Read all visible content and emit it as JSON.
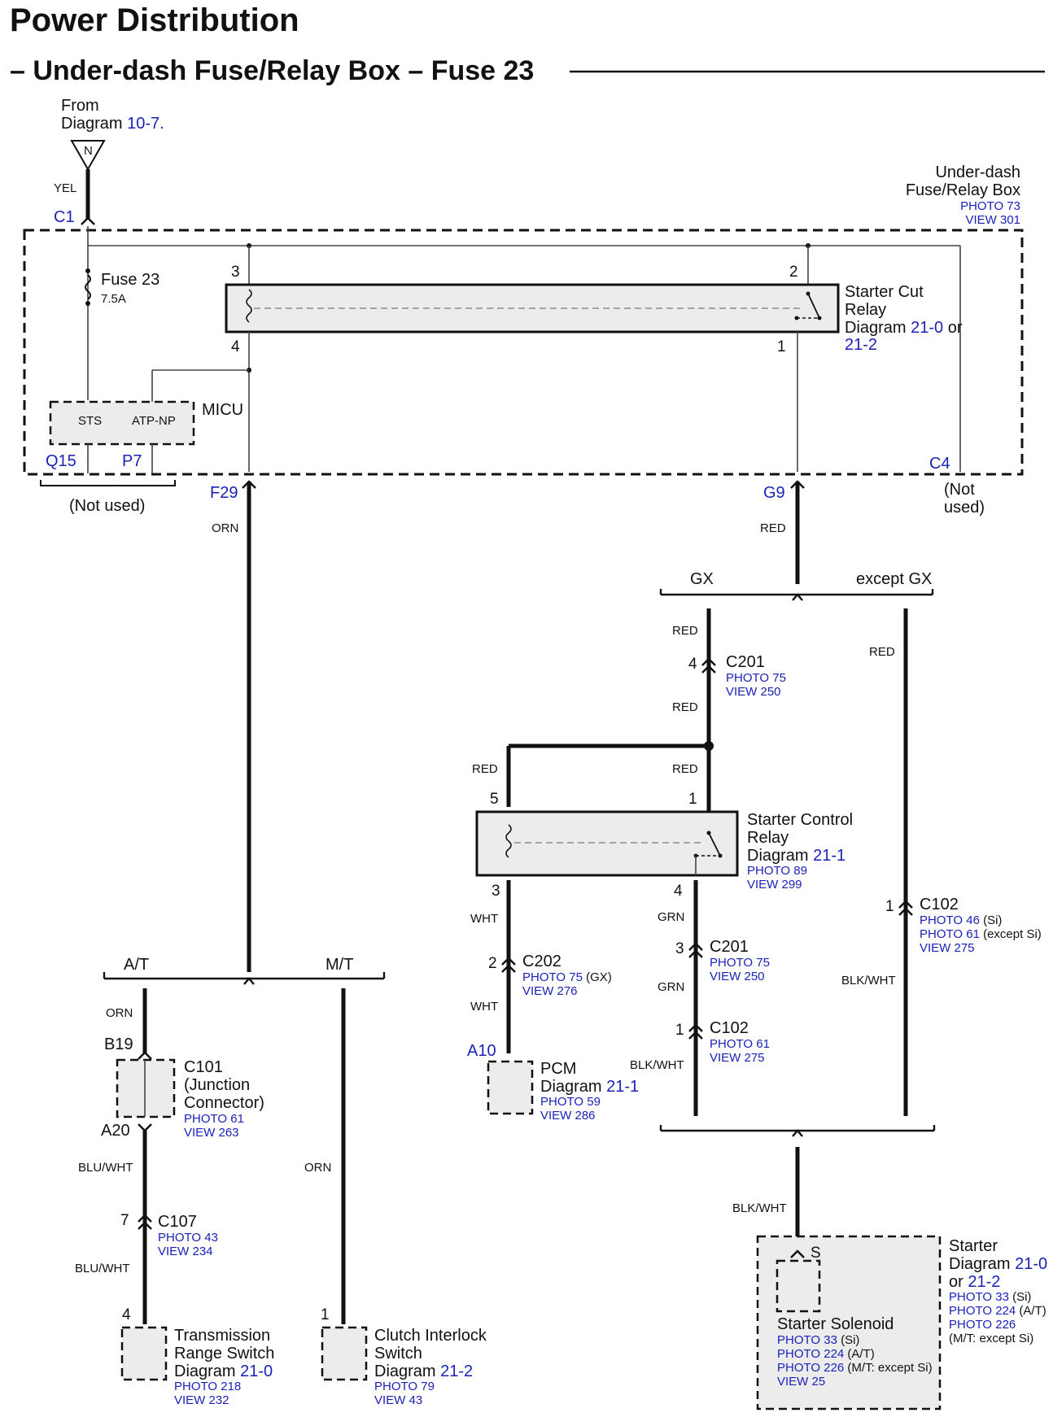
{
  "title": "Power Distribution",
  "subtitle": "– Under-dash Fuse/Relay Box – Fuse 23",
  "from": {
    "line1": "From",
    "line2": "Diagram",
    "ref": "10-7.",
    "node": "N",
    "wire": "YEL",
    "connector": "C1"
  },
  "fuse_box": {
    "name_line1": "Under-dash",
    "name_line2": "Fuse/Relay Box",
    "photo": "PHOTO 73",
    "view": "VIEW 301",
    "fuse_label": "Fuse 23",
    "fuse_rating": "7.5A",
    "c4": "C4",
    "c4_note_line1": "(Not",
    "c4_note_line2": "used)"
  },
  "starter_cut_relay": {
    "name_line1": "Starter Cut",
    "name_line2": "Relay",
    "diagram_prefix": "Diagram ",
    "diagram_ref1": "21-0",
    "diagram_or": " or",
    "diagram_ref2": "21-2",
    "pins": [
      "3",
      "2",
      "4",
      "1"
    ]
  },
  "micu": {
    "name": "MICU",
    "sts": "STS",
    "atp_np": "ATP-NP",
    "q15": "Q15",
    "p7": "P7",
    "not_used": "(Not used)"
  },
  "connectors": {
    "f29": "F29",
    "g9": "G9",
    "a10": "A10",
    "b19": "B19",
    "a20": "A20"
  },
  "wires": {
    "orn1": "ORN",
    "red1": "RED",
    "red_gx1": "RED",
    "red_gx2": "RED",
    "red_left": "RED",
    "red_right": "RED",
    "red_except": "RED",
    "wht1": "WHT",
    "wht2": "WHT",
    "grn1": "GRN",
    "grn2": "GRN",
    "blk_wht1": "BLK/WHT",
    "blk_wht2": "BLK/WHT",
    "blk_wht3": "BLK/WHT",
    "orn2": "ORN",
    "orn3": "ORN",
    "blu_wht1": "BLU/WHT",
    "blu_wht2": "BLU/WHT"
  },
  "branches": {
    "gx": "GX",
    "except_gx": "except GX",
    "at": "A/T",
    "mt": "M/T"
  },
  "c201_top": {
    "pin": "4",
    "name": "C201",
    "photo": "PHOTO 75",
    "view": "VIEW 250"
  },
  "starter_control_relay": {
    "name_line1": "Starter Control",
    "name_line2": "Relay",
    "diagram_prefix": "Diagram ",
    "diagram_ref": "21-1",
    "photo": "PHOTO 89",
    "view": "VIEW 299",
    "pins": [
      "5",
      "1",
      "3",
      "4"
    ]
  },
  "c102_right": {
    "pin": "1",
    "name": "C102",
    "photo1": "PHOTO 46",
    "photo1_note": " (Si)",
    "photo2": "PHOTO 61",
    "photo2_note": " (except Si)",
    "view": "VIEW 275"
  },
  "c202": {
    "pin": "2",
    "name": "C202",
    "photo": "PHOTO 75",
    "photo_note": " (GX)",
    "view": "VIEW 276"
  },
  "c201_mid": {
    "pin": "3",
    "name": "C201",
    "photo": "PHOTO 75",
    "view": "VIEW 250"
  },
  "c102_mid": {
    "pin": "1",
    "name": "C102",
    "photo": "PHOTO 61",
    "view": "VIEW 275"
  },
  "pcm": {
    "name": "PCM",
    "diagram_prefix": "Diagram ",
    "diagram_ref": "21-1",
    "photo": "PHOTO 59",
    "view": "VIEW 286"
  },
  "c101": {
    "name": "C101",
    "line2": "(Junction",
    "line3": "Connector)",
    "photo": "PHOTO 61",
    "view": "VIEW 263"
  },
  "c107": {
    "pin": "7",
    "name": "C107",
    "photo": "PHOTO 43",
    "view": "VIEW 234"
  },
  "trs": {
    "pin": "4",
    "name_line1": "Transmission",
    "name_line2": "Range Switch",
    "diagram_prefix": "Diagram ",
    "diagram_ref": "21-0",
    "photo": "PHOTO 218",
    "view": "VIEW 232"
  },
  "cis": {
    "pin": "1",
    "name_line1": "Clutch Interlock",
    "name_line2": "Switch",
    "diagram_prefix": "Diagram ",
    "diagram_ref": "21-2",
    "photo": "PHOTO 79",
    "view": "VIEW 43"
  },
  "starter": {
    "name": "Starter",
    "diagram_prefix": "Diagram ",
    "diagram_ref1": "21-0",
    "or": "or ",
    "diagram_ref2": "21-2",
    "photo1": "PHOTO 33",
    "photo1_note": " (Si)",
    "photo2": "PHOTO 224",
    "photo2_note": " (A/T)",
    "photo3": "PHOTO 226",
    "photo3_note": "(M/T: except Si)",
    "pin": "S"
  },
  "starter_solenoid": {
    "name": "Starter Solenoid",
    "photo1": "PHOTO 33",
    "photo1_note": " (Si)",
    "photo2": "PHOTO 224",
    "photo2_note": " (A/T)",
    "photo3": "PHOTO 226",
    "photo3_note": " (M/T: except Si)",
    "view": "VIEW 25"
  }
}
